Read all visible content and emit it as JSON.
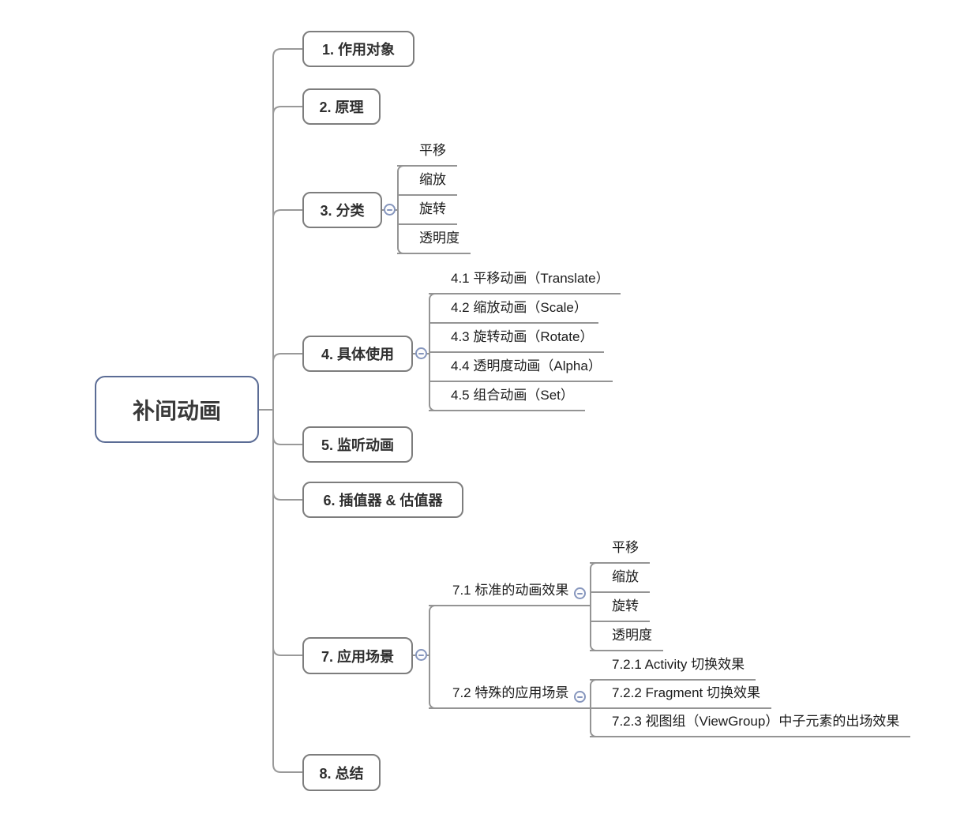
{
  "root": {
    "label": "补间动画"
  },
  "branches": [
    {
      "label": "1. 作用对象"
    },
    {
      "label": "2. 原理"
    },
    {
      "label": "3. 分类",
      "children": [
        "平移",
        "缩放",
        "旋转",
        "透明度"
      ]
    },
    {
      "label": "4. 具体使用",
      "children": [
        "4.1 平移动画（Translate）",
        "4.2 缩放动画（Scale）",
        "4.3 旋转动画（Rotate）",
        "4.4 透明度动画（Alpha）",
        "4.5 组合动画（Set）"
      ]
    },
    {
      "label": "5. 监听动画"
    },
    {
      "label": "6. 插值器 & 估值器"
    },
    {
      "label": "7. 应用场景",
      "children": [
        {
          "label": "7.1 标准的动画效果",
          "children": [
            "平移",
            "缩放",
            "旋转",
            "透明度"
          ]
        },
        {
          "label": "7.2 特殊的应用场景",
          "children": [
            "7.2.1 Activity 切换效果",
            "7.2.2 Fragment 切换效果",
            "7.2.3 视图组（ViewGroup）中子元素的出场效果"
          ]
        }
      ]
    },
    {
      "label": "8. 总结"
    }
  ],
  "icons": {
    "collapse": "minus-circle"
  },
  "colors": {
    "root_border": "#5b6c95",
    "topic_border": "#7d7d7d",
    "connector_line": "#949494",
    "collapse_accent": "#8696bd",
    "text": "#2e2e2e",
    "background": "#ffffff"
  }
}
